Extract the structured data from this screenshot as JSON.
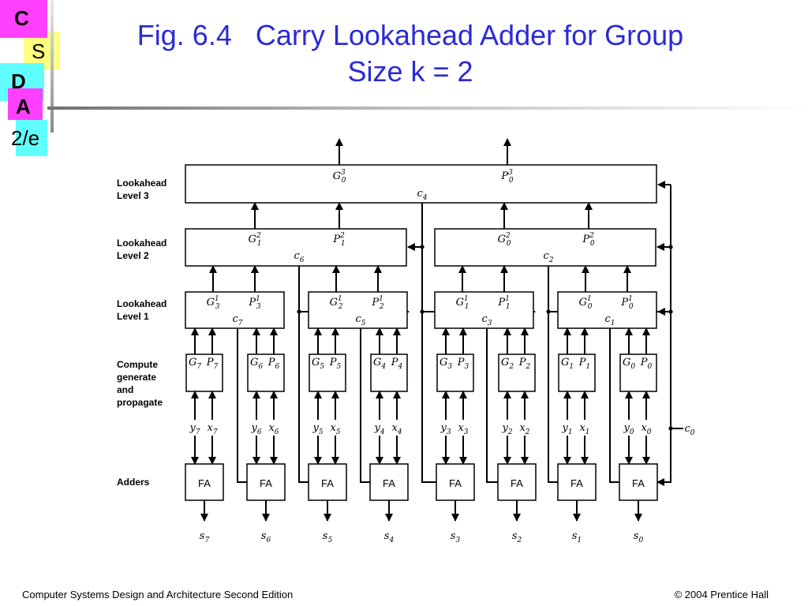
{
  "title": {
    "line1": "Fig. 6.4   Carry Lookahead Adder for Group",
    "line2": "Size k = 2"
  },
  "logo": {
    "c": "C",
    "s": "S",
    "d": "D",
    "a": "A",
    "edition": "2/e"
  },
  "footer": {
    "left": "Computer Systems Design and Architecture Second Edition",
    "right": "© 2004 Prentice Hall"
  },
  "colors": {
    "title": "#2a2ad8",
    "logo_yellow": "#ffff80",
    "logo_pink": "#ff40ff",
    "logo_cyan": "#60ffff"
  },
  "diagram": {
    "row_labels": {
      "level3": [
        "Lookahead",
        "Level 3"
      ],
      "level2": [
        "Lookahead",
        "Level 2"
      ],
      "level1": [
        "Lookahead",
        "Level 1"
      ],
      "compute": [
        "Compute",
        "generate",
        "and",
        "propagate"
      ],
      "adders": [
        "Adders"
      ]
    },
    "level3": {
      "g": [
        "G",
        "0",
        "3"
      ],
      "p": [
        "P",
        "0",
        "3"
      ],
      "c": [
        "c",
        "4"
      ]
    },
    "level2": [
      {
        "g": [
          "G",
          "1",
          "2"
        ],
        "p": [
          "P",
          "1",
          "2"
        ],
        "c": [
          "c",
          "6"
        ]
      },
      {
        "g": [
          "G",
          "0",
          "2"
        ],
        "p": [
          "P",
          "0",
          "2"
        ],
        "c": [
          "c",
          "2"
        ]
      }
    ],
    "level1": [
      {
        "g": [
          "G",
          "3",
          "1"
        ],
        "p": [
          "P",
          "3",
          "1"
        ],
        "c": [
          "c",
          "7"
        ]
      },
      {
        "g": [
          "G",
          "2",
          "1"
        ],
        "p": [
          "P",
          "2",
          "1"
        ],
        "c": [
          "c",
          "5"
        ]
      },
      {
        "g": [
          "G",
          "1",
          "1"
        ],
        "p": [
          "P",
          "1",
          "1"
        ],
        "c": [
          "c",
          "3"
        ]
      },
      {
        "g": [
          "G",
          "0",
          "1"
        ],
        "p": [
          "P",
          "0",
          "1"
        ],
        "c": [
          "c",
          "1"
        ]
      }
    ],
    "bits": [
      {
        "g": [
          "G",
          "7"
        ],
        "p": [
          "P",
          "7"
        ],
        "y": [
          "y",
          "7"
        ],
        "x": [
          "x",
          "7"
        ],
        "s": [
          "s",
          "7"
        ]
      },
      {
        "g": [
          "G",
          "6"
        ],
        "p": [
          "P",
          "6"
        ],
        "y": [
          "y",
          "6"
        ],
        "x": [
          "x",
          "6"
        ],
        "s": [
          "s",
          "6"
        ]
      },
      {
        "g": [
          "G",
          "5"
        ],
        "p": [
          "P",
          "5"
        ],
        "y": [
          "y",
          "5"
        ],
        "x": [
          "x",
          "5"
        ],
        "s": [
          "s",
          "5"
        ]
      },
      {
        "g": [
          "G",
          "4"
        ],
        "p": [
          "P",
          "4"
        ],
        "y": [
          "y",
          "4"
        ],
        "x": [
          "x",
          "4"
        ],
        "s": [
          "s",
          "4"
        ]
      },
      {
        "g": [
          "G",
          "3"
        ],
        "p": [
          "P",
          "3"
        ],
        "y": [
          "y",
          "3"
        ],
        "x": [
          "x",
          "3"
        ],
        "s": [
          "s",
          "3"
        ]
      },
      {
        "g": [
          "G",
          "2"
        ],
        "p": [
          "P",
          "2"
        ],
        "y": [
          "y",
          "2"
        ],
        "x": [
          "x",
          "2"
        ],
        "s": [
          "s",
          "2"
        ]
      },
      {
        "g": [
          "G",
          "1"
        ],
        "p": [
          "P",
          "1"
        ],
        "y": [
          "y",
          "1"
        ],
        "x": [
          "x",
          "1"
        ],
        "s": [
          "s",
          "1"
        ]
      },
      {
        "g": [
          "G",
          "0"
        ],
        "p": [
          "P",
          "0"
        ],
        "y": [
          "y",
          "0"
        ],
        "x": [
          "x",
          "0"
        ],
        "s": [
          "s",
          "0"
        ]
      }
    ],
    "fa_label": "FA",
    "carry_in": [
      "c",
      "0"
    ]
  }
}
